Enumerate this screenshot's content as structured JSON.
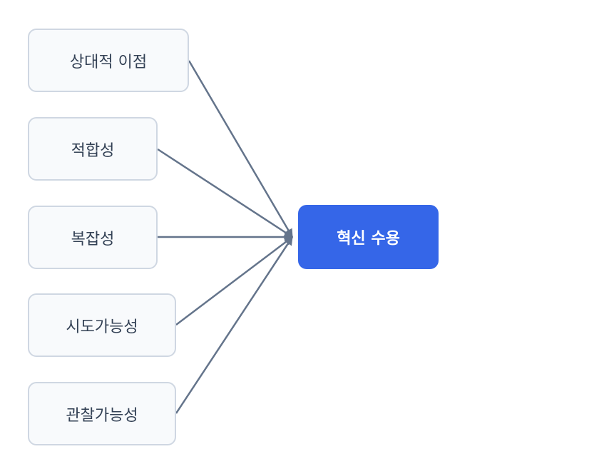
{
  "diagram": {
    "factors": [
      {
        "label": "상대적 이점"
      },
      {
        "label": "적합성"
      },
      {
        "label": "복잡성"
      },
      {
        "label": "시도가능성"
      },
      {
        "label": "관찰가능성"
      }
    ],
    "target": {
      "label": "혁신 수용"
    },
    "colors": {
      "node_fill": "#f8fafc",
      "node_border": "#cfd7e2",
      "node_text": "#334155",
      "edge": "#64748b",
      "target_fill": "#3566e8",
      "target_text": "#ffffff"
    }
  }
}
